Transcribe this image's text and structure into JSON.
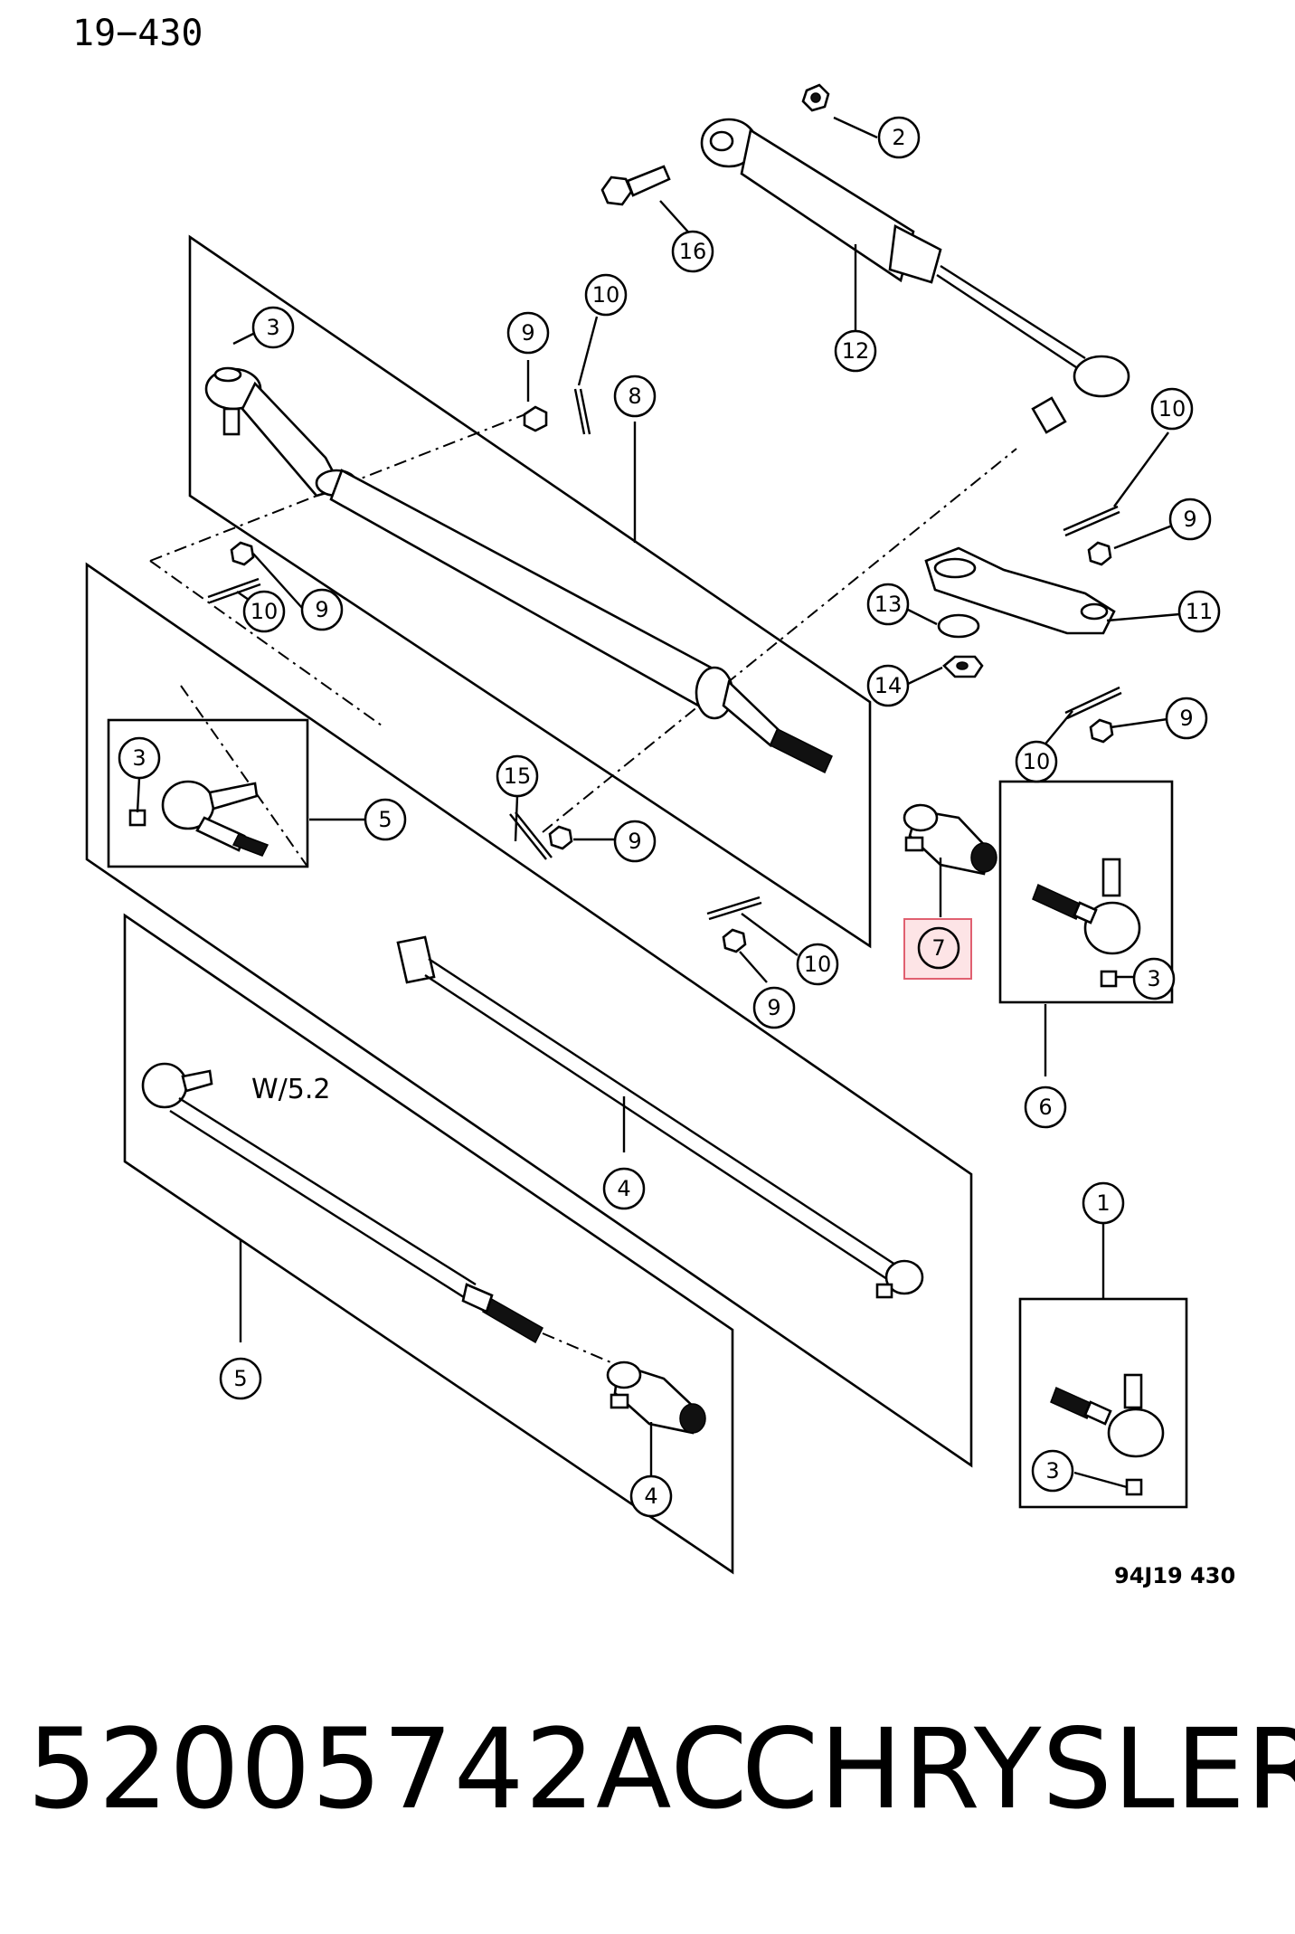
{
  "header": {
    "page_code": "19−430"
  },
  "figure": {
    "figure_code": "94J19 430",
    "variant_note": "W/5.2",
    "highlighted_callout": "7",
    "highlight_color": "#e06070",
    "callouts": [
      "1",
      "2",
      "3",
      "3",
      "3",
      "3",
      "4",
      "4",
      "5",
      "5",
      "6",
      "7",
      "8",
      "9",
      "9",
      "9",
      "9",
      "9",
      "10",
      "10",
      "10",
      "10",
      "11",
      "12",
      "13",
      "14",
      "15",
      "16"
    ]
  },
  "caption": {
    "part_number": "52005742AC",
    "brand": "CHRYSLER"
  }
}
